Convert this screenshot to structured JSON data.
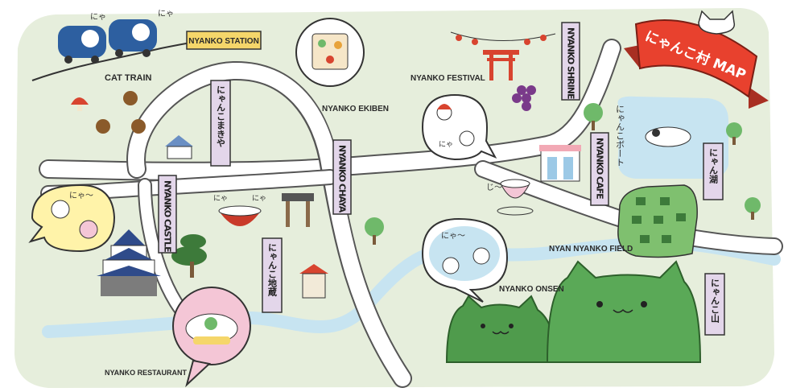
{
  "labels": {
    "nyanko_station": "NYANKO STATION",
    "cat_train": "CAT TRAIN",
    "nyanko_ekiben": "NYANKO EKIBEN",
    "nyanko_festival": "NYANKO FESTIVAL",
    "nyan_nyanko_field": "NYAN NYANKO FIELD",
    "nyanko_onsen": "NYANKO ONSEN",
    "nyanko_restaurant": "NYANKO RESTAURANT"
  },
  "vertical_labels": {
    "nyanko_shrine": "NYANKO SHRINE",
    "nyanko_chaya": "NYANKO CHAYA",
    "nyanko_castle": "NYANKO CASTLE",
    "nyanko_cafe": "NYANKO CAFE"
  },
  "japanese": {
    "banner": "にゃんこ村 MAP",
    "makiya": "にゃんこまきや",
    "jizo": "にゃんこ地蔵",
    "lake": "にゃん湖",
    "mountain": "にゃんこ山",
    "boat": "にゃんこボート"
  },
  "sounds": {
    "nya_train_1": "にゃ",
    "nya_train_2": "にゃ",
    "nyaa": "にゃ〜",
    "nya_bowl_1": "にゃ",
    "nya_bowl_2": "にゃ",
    "nyaa_onsen": "にゃ〜",
    "nya_festival": "にゃ",
    "ji": "じ〜"
  },
  "colors": {
    "land": "#e6eedc",
    "road": "#ffffff",
    "river": "#c7e4f1",
    "banner": "#e8412e",
    "hill": "#4f9b4c",
    "bubble_pink": "#f4c6d6",
    "bubble_yellow": "#fff3a9",
    "tag": "#e3d6ea"
  }
}
